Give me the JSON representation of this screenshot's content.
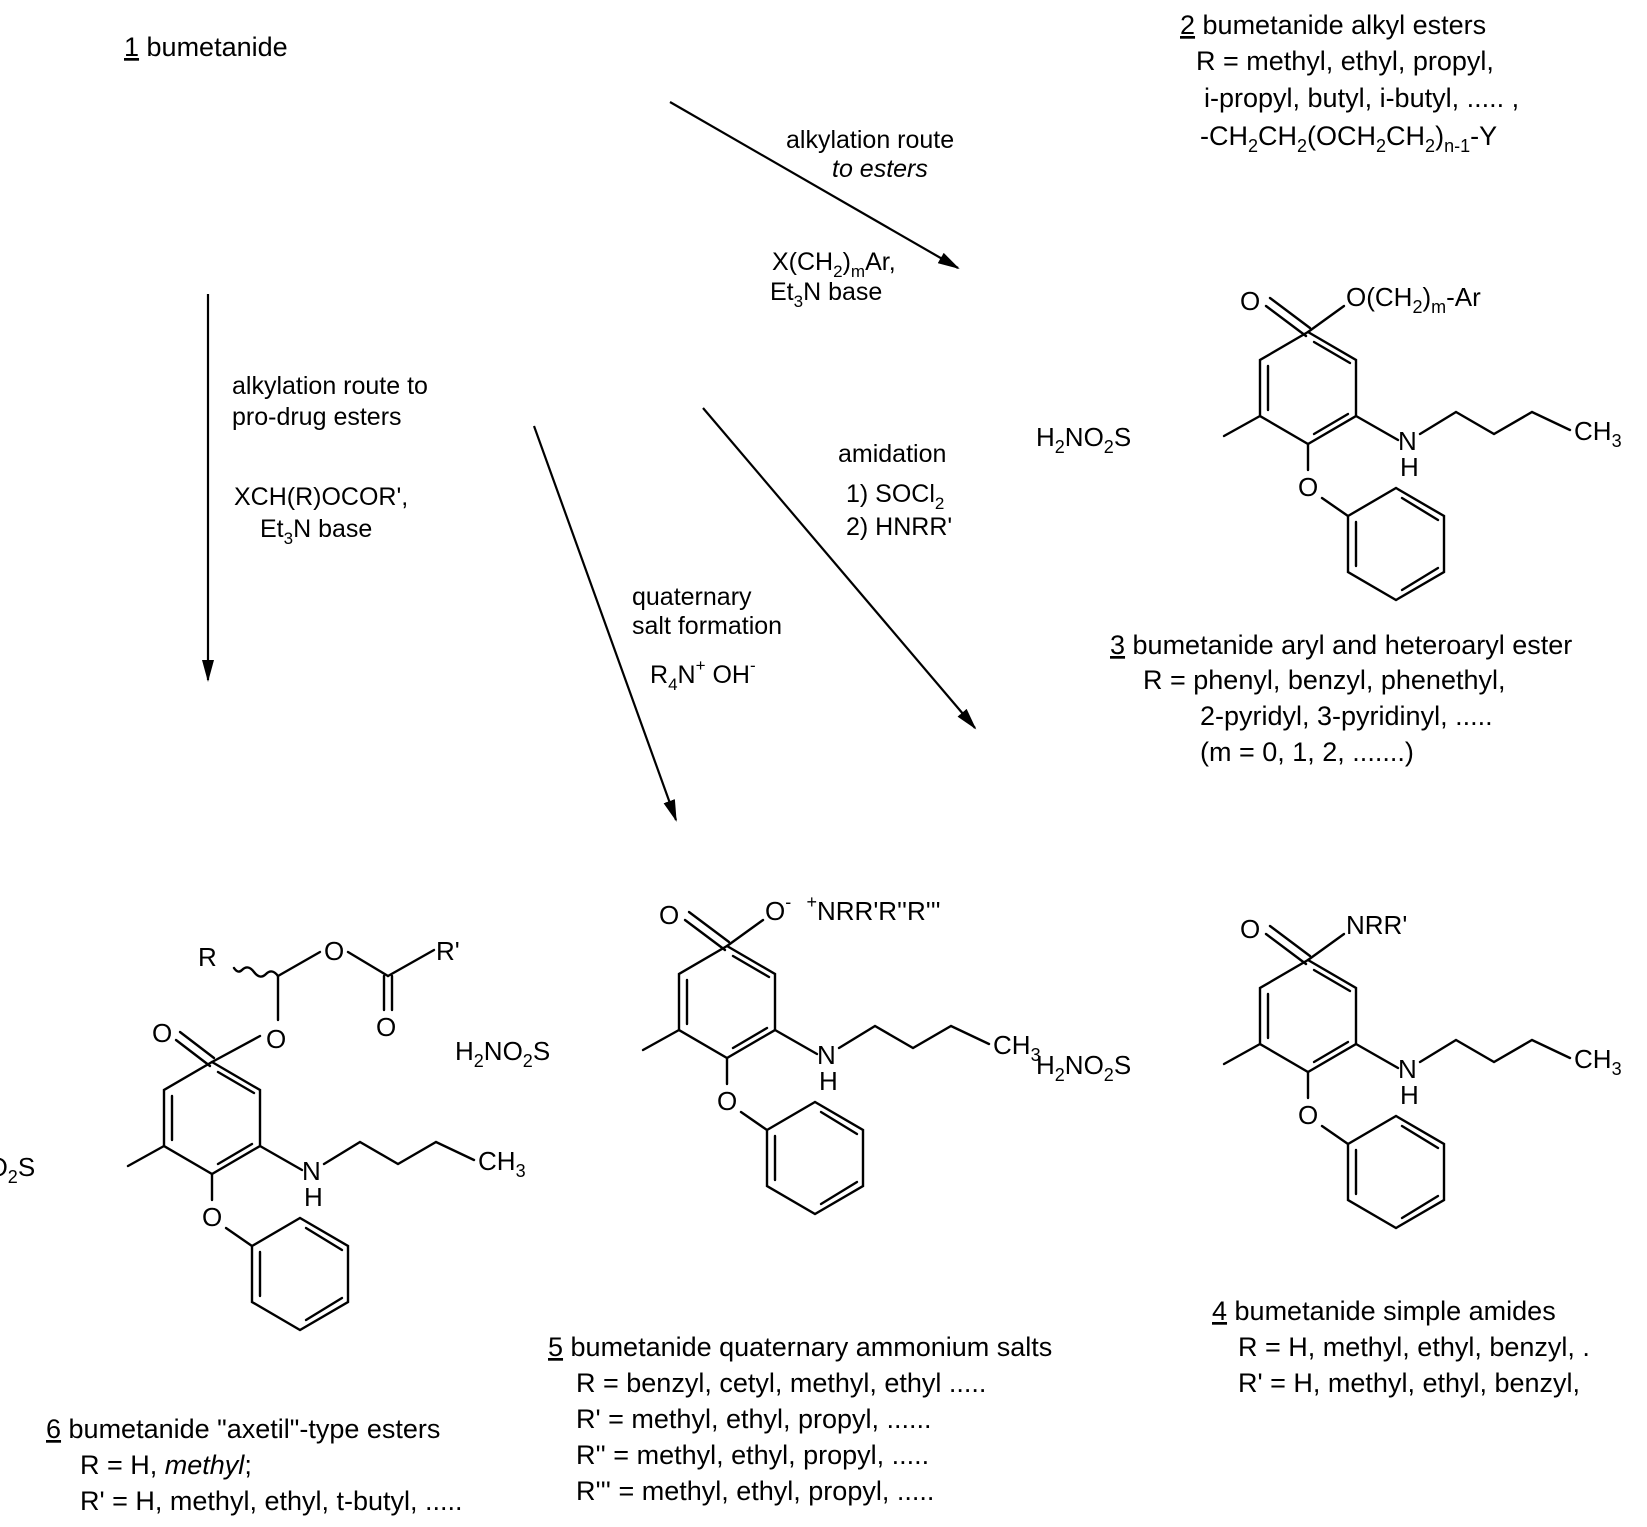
{
  "compound_1": {
    "number": "1",
    "name": " bumetanide"
  },
  "compound_2": {
    "number": "2",
    "name": " bumetanide alkyl esters",
    "r_line1": "R = methyl, ethyl, propyl,",
    "r_line2": "i-propyl, butyl, i-butyl, ..... ,",
    "r_line3_a": "-CH",
    "r_line3_b": "CH",
    "r_line3_c": "(OCH",
    "r_line3_d": "CH",
    "r_line3_e": ")",
    "r_line3_f": "-Y",
    "sub_2": "2",
    "sub_n1": "n-1"
  },
  "compound_3": {
    "number": "3",
    "name": " bumetanide aryl and heteroaryl ester",
    "r_line1": "R = phenyl, benzyl, phenethyl,",
    "r_line2": "2-pyridyl, 3-pyridinyl, .....",
    "r_line3": "(m = 0, 1, 2, .......)",
    "ester_a": "O(CH",
    "ester_b": ")",
    "ester_c": "-Ar",
    "sub_m": "m"
  },
  "compound_4": {
    "number": "4",
    "name": " bumetanide simple amides",
    "r_line1": "R = H, methyl, ethyl, benzyl, .",
    "r_line2": "R' = H, methyl, ethyl, benzyl,",
    "amide": "NRR'"
  },
  "compound_5": {
    "number": "5",
    "name": " bumetanide quaternary ammonium salts",
    "r_line1": "R = benzyl, cetyl, methyl, ethyl .....",
    "r_line2": "R' = methyl, ethyl, propyl, ......",
    "r_line3": "R'' = methyl, ethyl, propyl, .....",
    "r_line4": "R''' = methyl, ethyl, propyl, .....",
    "anion_o": "O",
    "minus": "-",
    "plus": "+",
    "cation": "NRR'R''R'''"
  },
  "compound_6": {
    "number": "6",
    "name": " bumetanide \"axetil\"-type esters",
    "r_line1_a": "R = H, ",
    "r_line1_b": "methyl",
    "r_line1_c": ";",
    "r_line2": "R' = H, methyl, ethyl, t-butyl, .....",
    "r_label": "R",
    "r_prime_label": "R'"
  },
  "atoms": {
    "O": "O",
    "H": "H",
    "N": "N",
    "S": "S",
    "h2no2_a": "H",
    "h2no2_b": "NO",
    "h2no2_c": "S",
    "two": "2",
    "ch": "CH",
    "three": "3"
  },
  "reactions": {
    "ester_route_l1": "alkylation route",
    "ester_route_l2": "to esters",
    "ester_reagent_a": "X(CH",
    "ester_reagent_b": ")",
    "ester_reagent_c": "Ar,",
    "sub_m": "m",
    "base_a": "Et",
    "base_b": "N base",
    "sub_3": "3",
    "prodrug_l1": "alkylation route to",
    "prodrug_l2": "pro-drug esters",
    "prodrug_reagent": "XCH(R)OCOR',",
    "amidation": "amidation",
    "amid_step1_a": "1) SOCl",
    "sub_2": "2",
    "amid_step2": "2) HNRR'",
    "quat_l1": "quaternary",
    "quat_l2": "salt formation",
    "quat_reagent_a": "R",
    "sub_4": "4",
    "quat_reagent_b": "N",
    "plus": "+",
    "quat_reagent_c": " OH",
    "minus": "-"
  }
}
